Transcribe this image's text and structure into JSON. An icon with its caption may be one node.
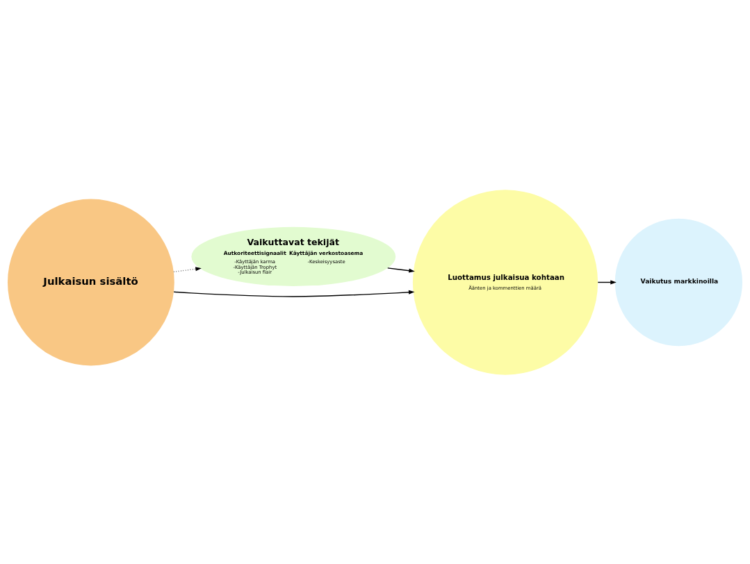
{
  "diagram": {
    "nodes": [
      {
        "text": [
          "Vaikuttavat tekijät",
          "Autkoriteettisignaalit",
          "-Käyttäjän karma -Käyttäjän Trophyt -Julkaisun flair",
          "Käyttäjän verkostoasema",
          "-Keskeisyysaste"
        ]
      },
      {
        "text": [
          "Julkaisun sisältö"
        ]
      },
      {
        "text": [
          "Luottamus julkaisua kohtaan",
          "Äänten ja kommenttien määrä"
        ]
      },
      {
        "text": [
          "Vaikutus markkinoilla"
        ]
      }
    ],
    "edges": [
      {
        "from": 1,
        "to": 0,
        "arrow": "to",
        "style": "dashed"
      },
      {
        "from": 0,
        "to": 2,
        "arrow": "to"
      },
      {
        "from": 1,
        "to": 2,
        "arrow": "to"
      },
      {
        "from": 2,
        "to": 3,
        "arrow": "to"
      }
    ]
  }
}
